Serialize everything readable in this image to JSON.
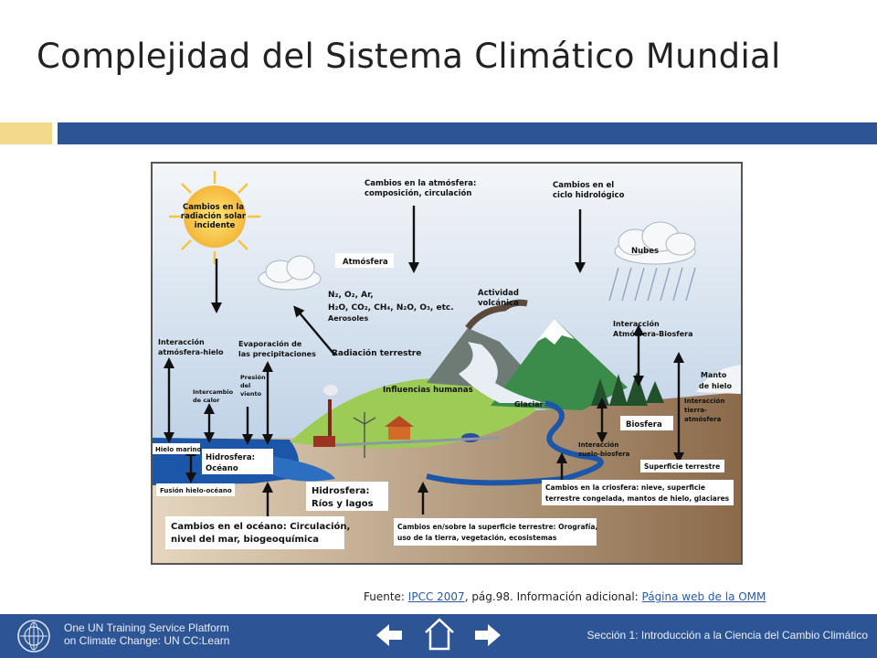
{
  "slide": {
    "title": "Complejidad del Sistema Climático Mundial"
  },
  "diagram": {
    "labels": {
      "solar": [
        "Cambios en la",
        "radiación solar",
        "incidente"
      ],
      "atm_changes": [
        "Cambios en la atmósfera:",
        "composición, circulación"
      ],
      "hydro_cycle": [
        "Cambios en el",
        "ciclo hidrológico"
      ],
      "atmosfera": "Atmósfera",
      "nubes": "Nubes",
      "gases_line1": "N₂, O₂, Ar,",
      "gases_line2": "H₂O, CO₂, CH₄, N₂O, O₃, etc.",
      "aerosoles": "Aerosoles",
      "actividad": [
        "Actividad",
        "volcánica"
      ],
      "int_atm_bio": [
        "Interacción",
        "Atmósfera-Biosfera"
      ],
      "int_atm_hielo": [
        "Interacción",
        "atmósfera-hielo"
      ],
      "evaporacion": [
        "Evaporación de",
        "las precipitaciones"
      ],
      "radiacion_terrestre": "Radiación terrestre",
      "intercambio": [
        "Intercambio",
        "de calor"
      ],
      "presion": [
        "Presión",
        "del",
        "viento"
      ],
      "influencias": "Influencias humanas",
      "glaciar": "Glaciar",
      "manto": [
        "Manto",
        "de hielo"
      ],
      "biosfera": "Biosfera",
      "int_tierra": [
        "Interacción",
        "tierra-",
        "atmósfera"
      ],
      "hielo_marino": "Hielo marino",
      "hidrosfera_oceano": [
        "Hidrosfera:",
        "Océano"
      ],
      "int_suelo": [
        "Interacción",
        "suelo-biosfera"
      ],
      "superficie": "Superficie terrestre",
      "fusion": "Fusión hielo-océano",
      "hidrosfera_rios": [
        "Hidrosfera:",
        "Ríos y lagos"
      ],
      "criosfera": [
        "Cambios en la criosfera: nieve, superficie",
        "terrestre congelada, mantos de hielo, glaciares"
      ],
      "oceano_cambios": [
        "Cambios en el océano: Circulación,",
        "nivel del mar, biogeoquímica"
      ],
      "superficie_cambios": [
        "Cambios en/sobre la superficie terrestre: Orografía,",
        "uso de la tierra, vegetación, ecosistemas"
      ]
    }
  },
  "source": {
    "prefix": "Fuente: ",
    "link1": "IPCC 2007",
    "middle": ", pág.98. Información adicional: ",
    "link2": "Página web de la OMM"
  },
  "footer": {
    "platform_line1": "One UN Training Service Platform",
    "platform_line2": "on Climate Change: UN CC:Learn",
    "section": "Sección 1: Introducción a la Ciencia del Cambio Climático"
  },
  "colors": {
    "blue_bar": "#2d5596",
    "yellow_accent": "#f3d98c",
    "link": "#2a5aa8"
  },
  "icons": [
    "un-emblem-icon",
    "arrow-left-icon",
    "home-icon",
    "arrow-right-icon"
  ]
}
